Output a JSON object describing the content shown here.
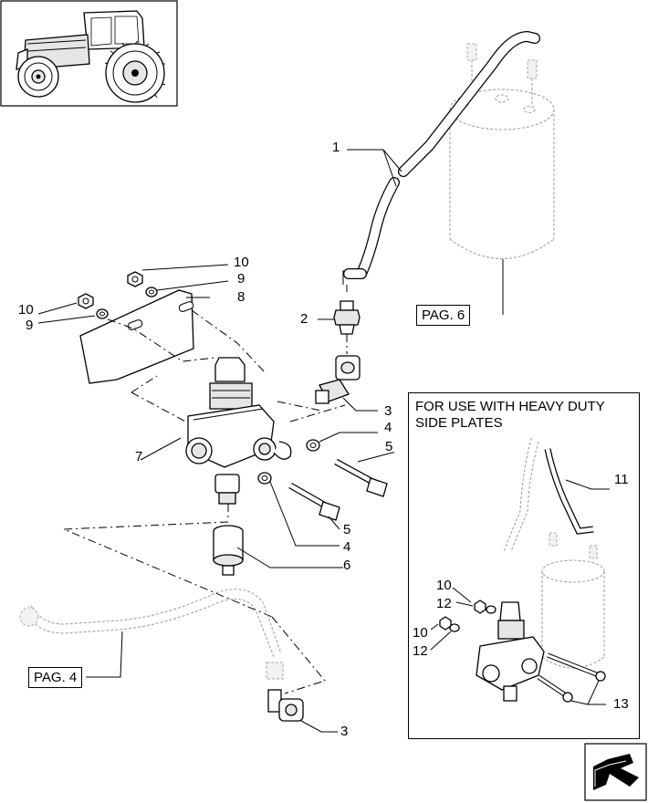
{
  "labels": {
    "l1": "1",
    "l2": "2",
    "l3a": "3",
    "l3b": "3",
    "l4a": "4",
    "l4b": "4",
    "l5a": "5",
    "l5b": "5",
    "l6": "6",
    "l7": "7",
    "l8": "8",
    "l9a": "9",
    "l9b": "9",
    "l10a": "10",
    "l10b": "10",
    "l11": "11",
    "l12a": "12",
    "l12b": "12",
    "l10c": "10",
    "l10d": "10",
    "l13": "13"
  },
  "page_refs": {
    "pag6": "PAG. 6",
    "pag4": "PAG. 4"
  },
  "inset": {
    "title_line1": "FOR USE WITH HEAVY DUTY",
    "title_line2": "SIDE PLATES"
  },
  "icons": {
    "thumbnail": "tractor-icon",
    "nav": "page-turn-arrow-icon"
  }
}
